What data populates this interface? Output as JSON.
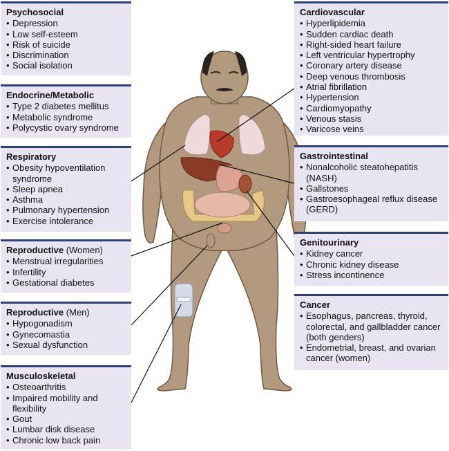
{
  "boxes": [
    {
      "id": "psychosocial",
      "title": "Psychosocial",
      "subtitle": "",
      "items": [
        "Depression",
        "Low self-esteem",
        "Risk of suicide",
        "Discrimination",
        "Social isolation"
      ]
    },
    {
      "id": "endocrine",
      "title": "Endocrine/Metabolic",
      "subtitle": "",
      "items": [
        "Type 2 diabetes mellitus",
        "Metabolic syndrome",
        "Polycystic ovary syndrome"
      ]
    },
    {
      "id": "respiratory",
      "title": "Respiratory",
      "subtitle": "",
      "items": [
        "Obesity hypoventilation syndrome",
        "Sleep apnea",
        "Asthma",
        "Pulmonary hypertension",
        "Exercise intolerance"
      ]
    },
    {
      "id": "reproductive-women",
      "title": "Reproductive",
      "subtitle": " (Women)",
      "items": [
        "Menstrual irregularities",
        "Infertility",
        "Gestational diabetes"
      ]
    },
    {
      "id": "reproductive-men",
      "title": "Reproductive",
      "subtitle": " (Men)",
      "items": [
        "Hypogonadism",
        "Gynecomastia",
        "Sexual dysfunction"
      ]
    },
    {
      "id": "musculoskeletal",
      "title": "Musculoskeletal",
      "subtitle": "",
      "items": [
        "Osteoarthritis",
        "Impaired mobility and flexibility",
        "Gout",
        "Lumbar disk disease",
        "Chronic low back pain"
      ]
    },
    {
      "id": "cardiovascular",
      "title": "Cardiovascular",
      "subtitle": "",
      "items": [
        "Hyperlipidemia",
        "Sudden cardiac death",
        "Right-sided heart failure",
        "Left ventricular hypertrophy",
        "Coronary artery disease",
        "Deep venous thrombosis",
        "Atrial fibrillation",
        "Hypertension",
        "Cardiomyopathy",
        "Venous stasis",
        "Varicose veins"
      ]
    },
    {
      "id": "gastrointestinal",
      "title": "Gastrointestinal",
      "subtitle": "",
      "items": [
        "Nonalcoholic steatohepatitis (NASH)",
        "Gallstones",
        "Gastroesophageal reflux disease (GERD)"
      ]
    },
    {
      "id": "genitourinary",
      "title": "Genitourinary",
      "subtitle": "",
      "items": [
        "Kidney cancer",
        "Chronic kidney disease",
        "Stress incontinence"
      ]
    },
    {
      "id": "cancer",
      "title": "Cancer",
      "subtitle": "",
      "items": [
        "Esophagus, pancreas, thyroid, colorectal, and gallbladder cancer (both genders)",
        "Endometrial, breast, and ovarian cancer (women)"
      ]
    }
  ],
  "colors": {
    "box_fill": "#e8e4f1",
    "box_border": "#2f3f73",
    "skin": "#b39a7e",
    "skin_outline": "#6e5844",
    "liver": "#8a3b26",
    "lung": "#f0d9da",
    "intestine": "#e5b9a8",
    "colon": "#e7c889",
    "kidney": "#a35134",
    "heart": "#b83a2a",
    "knee": "#d4dbe6"
  }
}
